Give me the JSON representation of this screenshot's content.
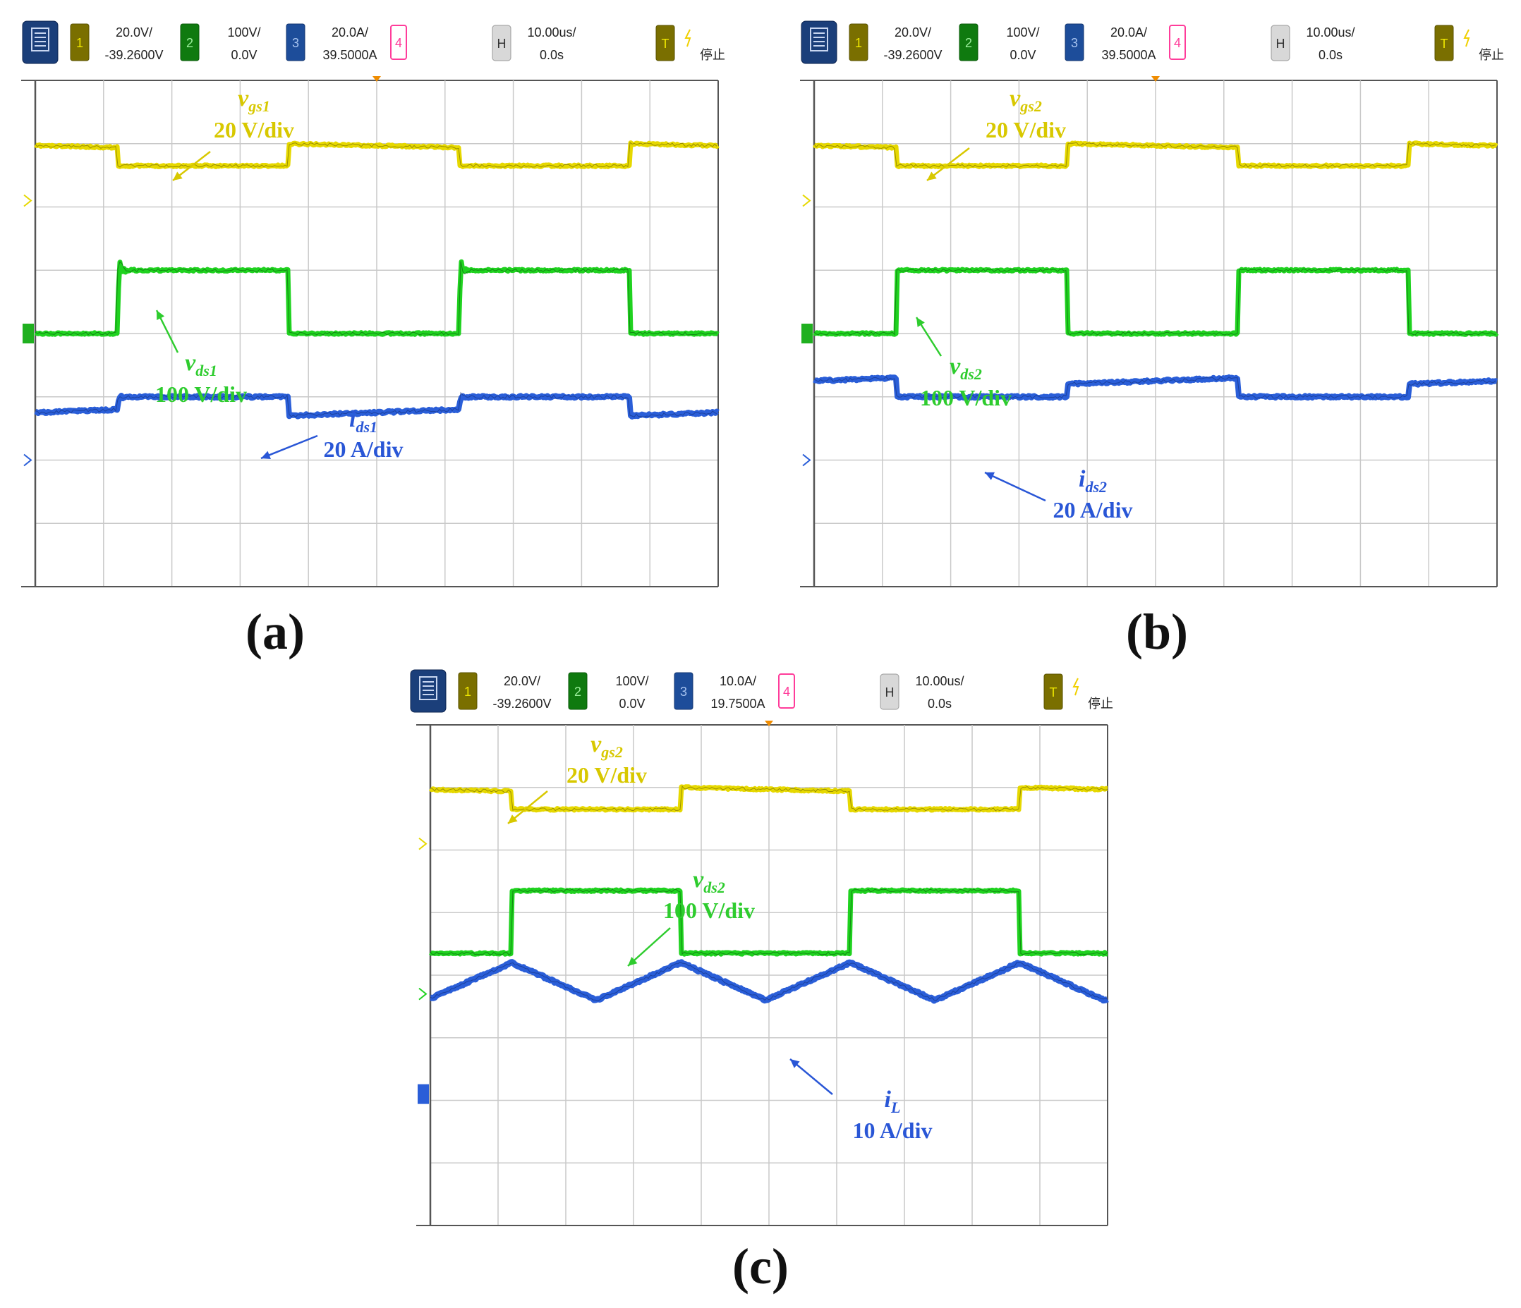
{
  "figure": {
    "panels": [
      {
        "label": "(a)",
        "header": {
          "ch1": {
            "num": "1",
            "scale": "20.0V/",
            "offset": "-39.2600V"
          },
          "ch2": {
            "num": "2",
            "scale": "100V/",
            "offset": "0.0V"
          },
          "ch3": {
            "num": "3",
            "scale": "20.0A/",
            "offset": "39.5000A"
          },
          "ch4": {
            "num": "4"
          },
          "h": {
            "num": "H",
            "scale": "10.00us/",
            "offset": "0.0s"
          },
          "t": {
            "num": "T",
            "status": "停止"
          }
        },
        "annotations": [
          {
            "var": "v",
            "sub": "gs1",
            "scale": "20 V/div"
          },
          {
            "var": "v",
            "sub": "ds1",
            "scale": "100 V/div"
          },
          {
            "var": "i",
            "sub": "ds1",
            "scale": "20 A/div"
          }
        ]
      },
      {
        "label": "(b)",
        "header": {
          "ch1": {
            "num": "1",
            "scale": "20.0V/",
            "offset": "-39.2600V"
          },
          "ch2": {
            "num": "2",
            "scale": "100V/",
            "offset": "0.0V"
          },
          "ch3": {
            "num": "3",
            "scale": "20.0A/",
            "offset": "39.5000A"
          },
          "ch4": {
            "num": "4"
          },
          "h": {
            "num": "H",
            "scale": "10.00us/",
            "offset": "0.0s"
          },
          "t": {
            "num": "T",
            "status": "停止"
          }
        },
        "annotations": [
          {
            "var": "v",
            "sub": "gs2",
            "scale": "20 V/div"
          },
          {
            "var": "v",
            "sub": "ds2",
            "scale": "100 V/div"
          },
          {
            "var": "i",
            "sub": "ds2",
            "scale": "20 A/div"
          }
        ]
      },
      {
        "label": "(c)",
        "header": {
          "ch1": {
            "num": "1",
            "scale": "20.0V/",
            "offset": "-39.2600V"
          },
          "ch2": {
            "num": "2",
            "scale": "100V/",
            "offset": "0.0V"
          },
          "ch3": {
            "num": "3",
            "scale": "10.0A/",
            "offset": "19.7500A"
          },
          "ch4": {
            "num": "4"
          },
          "h": {
            "num": "H",
            "scale": "10.00us/",
            "offset": "0.0s"
          },
          "t": {
            "num": "T",
            "status": "停止"
          }
        },
        "annotations": [
          {
            "var": "v",
            "sub": "gs2",
            "scale": "20 V/div"
          },
          {
            "var": "v",
            "sub": "ds2",
            "scale": "100 V/div"
          },
          {
            "var": "i",
            "sub": "L",
            "scale": "10 A/div"
          }
        ]
      }
    ],
    "colors": {
      "ch1": "#e6d800",
      "ch2": "#1fd21f",
      "ch3": "#2a5ed8",
      "ch1_text": "#d8c800",
      "ch2_text": "#2ecc2e",
      "ch3_text": "#2956d6",
      "grid": "#c9c9c9",
      "frame": "#555555",
      "trigger": "#f08c00"
    }
  },
  "chart_data": [
    {
      "type": "line",
      "title": "(a)",
      "x_unit": "us",
      "x_per_div": 10,
      "xlim": [
        -50,
        50
      ],
      "series": [
        {
          "name": "vgs1",
          "scale": "20 V/div",
          "period_us": 50,
          "low_start_us": -38,
          "duty_low": 0.5,
          "high_div": 3.3,
          "low_div": 2.95
        },
        {
          "name": "vds1",
          "scale": "100 V/div",
          "period_us": 50,
          "high_start_us": -38,
          "duty_high": 0.5,
          "high_div": 2.0,
          "low_div": 1.0,
          "overshoot_div": 0.5
        },
        {
          "name": "ids1",
          "scale": "20 A/div",
          "period_us": 50,
          "high_start_us": -38,
          "duty_high": 0.5,
          "high_div": 0.0,
          "low_ramp_start_div": -0.3,
          "low_ramp_end_div": -0.2,
          "overshoot_div": 0.15
        }
      ]
    },
    {
      "type": "line",
      "title": "(b)",
      "x_unit": "us",
      "x_per_div": 10,
      "xlim": [
        -50,
        50
      ],
      "series": [
        {
          "name": "vgs2",
          "scale": "20 V/div",
          "period_us": 50,
          "low_start_us": -38,
          "duty_low": 0.5,
          "high_div": 3.3,
          "low_div": 2.95
        },
        {
          "name": "vds2",
          "scale": "100 V/div",
          "period_us": 50,
          "high_start_us": -38,
          "duty_high": 0.5,
          "high_div": 2.0,
          "low_div": 1.0
        },
        {
          "name": "ids2",
          "scale": "20 A/div",
          "period_us": 50,
          "low_start_us": -38,
          "duty_low": 0.5,
          "low_div": 0.0,
          "high_ramp_start_div": 0.2,
          "high_ramp_end_div": 0.3
        }
      ]
    },
    {
      "type": "line",
      "title": "(c)",
      "x_unit": "us",
      "x_per_div": 10,
      "xlim": [
        -50,
        50
      ],
      "series": [
        {
          "name": "vgs2",
          "scale": "20 V/div",
          "period_us": 50,
          "low_start_us": -38,
          "duty_low": 0.5,
          "high_div": 3.3,
          "low_div": 2.95
        },
        {
          "name": "vds2",
          "scale": "100 V/div",
          "period_us": 50,
          "high_start_us": -38,
          "duty_high": 0.5,
          "high_div": 2.0,
          "low_div": 1.0
        },
        {
          "name": "iL",
          "scale": "10 A/div",
          "triangle_period_us": 25,
          "peak_at_us": -38,
          "max_div": 0.9,
          "min_div": 0.3
        }
      ]
    }
  ]
}
